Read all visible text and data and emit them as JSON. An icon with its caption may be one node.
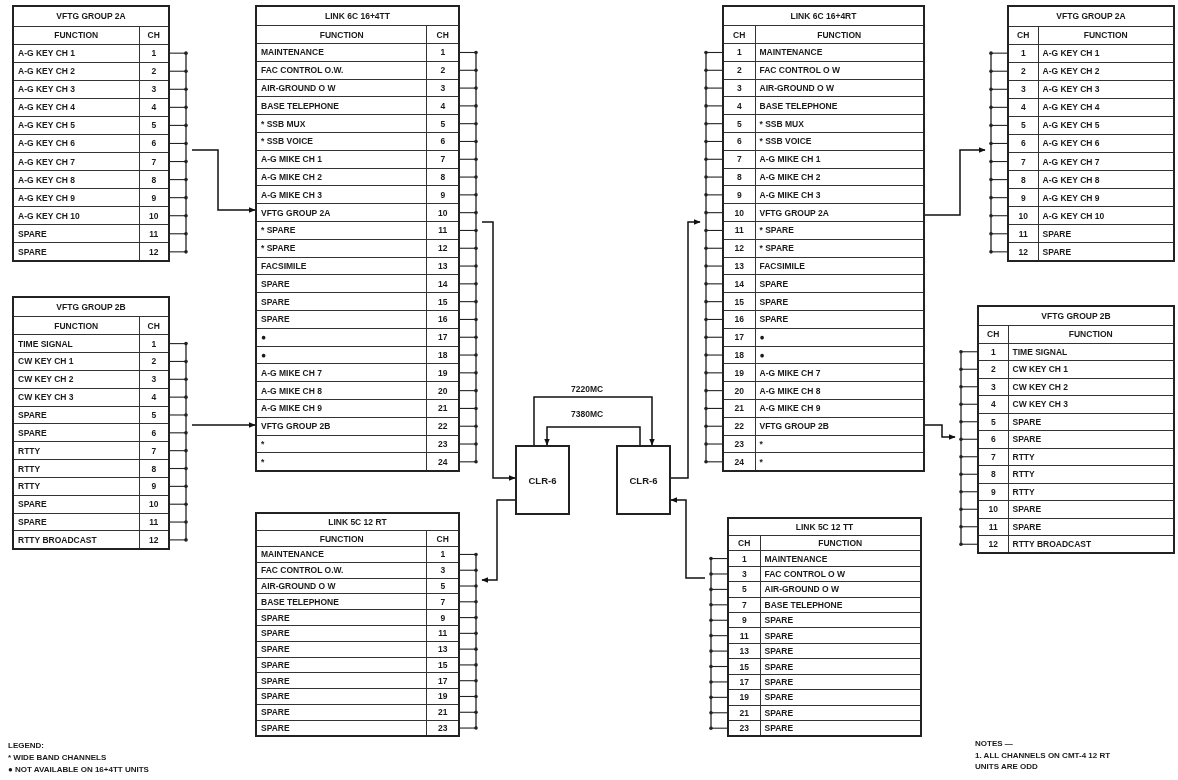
{
  "diagram": {
    "nodes": [
      {
        "text": [
          "VFTG GROUP 2A",
          "FUNCTION",
          "CH",
          "A-G KEY CH 1",
          "1",
          "A-G KEY CH 2",
          "2",
          "A-G KEY CH 3",
          "3",
          "A-G KEY CH 4",
          "4",
          "A-G KEY CH 5",
          "5",
          "A-G KEY CH 6",
          "6",
          "A-G KEY CH 7",
          "7",
          "A-G KEY CH 8",
          "8",
          "A-G KEY CH 9",
          "9",
          "A-G KEY CH 10",
          "10",
          "SPARE",
          "11",
          "SPARE",
          "12"
        ]
      },
      {
        "text": [
          "LINK 6C 16+4TT",
          "FUNCTION",
          "CH",
          "MAINTENANCE",
          "1",
          "FAC CONTROL O.W.",
          "2",
          "AIR-GROUND O W",
          "3",
          "BASE TELEPHONE",
          "4",
          "* SSB MUX",
          "5",
          "* SSB VOICE",
          "6",
          "A-G MIKE CH 1",
          "7",
          "A-G MIKE CH 2",
          "8",
          "A-G MIKE CH 3",
          "9",
          "VFTG GROUP 2A",
          "10",
          "* SPARE",
          "11",
          "* SPARE",
          "12",
          "FACSIMILE",
          "13",
          "SPARE",
          "14",
          "SPARE",
          "15",
          "SPARE",
          "16",
          "●",
          "17",
          "●",
          "18",
          "A-G MIKE CH 7",
          "19",
          "A-G MIKE CH 8",
          "20",
          "A-G MIKE CH 9",
          "21",
          "VFTG GROUP 2B",
          "22",
          "*",
          "23",
          "*",
          "24"
        ]
      },
      {
        "text": [
          "LINK 6C 16+4RT",
          "CH",
          "FUNCTION",
          "1",
          "MAINTENANCE",
          "2",
          "FAC CONTROL O W",
          "3",
          "AIR-GROUND O W",
          "4",
          "BASE TELEPHONE",
          "5",
          "* SSB MUX",
          "6",
          "* SSB VOICE",
          "7",
          "A-G MIKE CH 1",
          "8",
          "A-G MIKE CH 2",
          "9",
          "A-G MIKE CH 3",
          "10",
          "VFTG GROUP 2A",
          "11",
          "* SPARE",
          "12",
          "* SPARE",
          "13",
          "FACSIMILE",
          "14",
          "SPARE",
          "15",
          "SPARE",
          "16",
          "SPARE",
          "17",
          "●",
          "18",
          "●",
          "19",
          "A-G MIKE CH 7",
          "20",
          "A-G MIKE CH 8",
          "21",
          "A-G MIKE CH 9",
          "22",
          "VFTG GROUP 2B",
          "23",
          "*",
          "24",
          "*"
        ]
      },
      {
        "text": [
          "VFTG GROUP 2A",
          "CH",
          "FUNCTION",
          "1",
          "A-G KEY CH 1",
          "2",
          "A-G KEY CH 2",
          "3",
          "A-G KEY CH 3",
          "4",
          "A-G KEY CH 4",
          "5",
          "A-G KEY CH 5",
          "6",
          "A-G KEY CH 6",
          "7",
          "A-G KEY CH 7",
          "8",
          "A-G KEY CH 8",
          "9",
          "A-G KEY CH 9",
          "10",
          "A-G KEY CH 10",
          "11",
          "SPARE",
          "12",
          "SPARE"
        ]
      },
      {
        "text": [
          "VFTG GROUP 2B",
          "FUNCTION",
          "CH",
          "TIME SIGNAL",
          "1",
          "CW KEY CH 1",
          "2",
          "CW KEY CH 2",
          "3",
          "CW KEY CH 3",
          "4",
          "SPARE",
          "5",
          "SPARE",
          "6",
          "RTTY",
          "7",
          "RTTY",
          "8",
          "RTTY",
          "9",
          "SPARE",
          "10",
          "SPARE",
          "11",
          "RTTY BROADCAST",
          "12"
        ]
      },
      {
        "text": [
          "VFTG GROUP 2B",
          "CH",
          "FUNCTION",
          "1",
          "TIME SIGNAL",
          "2",
          "CW KEY CH 1",
          "3",
          "CW KEY CH 2",
          "4",
          "CW KEY CH 3",
          "5",
          "SPARE",
          "6",
          "SPARE",
          "7",
          "RTTY",
          "8",
          "RTTY",
          "9",
          "RTTY",
          "10",
          "SPARE",
          "11",
          "SPARE",
          "12",
          "RTTY BROADCAST"
        ]
      },
      {
        "text": [
          "CLR-6"
        ]
      },
      {
        "text": [
          "CLR-6"
        ]
      },
      {
        "text": [
          "LINK 5C 12 RT",
          "FUNCTION",
          "CH",
          "MAINTENANCE",
          "1",
          "FAC CONTROL O.W.",
          "3",
          "AIR-GROUND O W",
          "5",
          "BASE TELEPHONE",
          "7",
          "SPARE",
          "9",
          "SPARE",
          "11",
          "SPARE",
          "13",
          "SPARE",
          "15",
          "SPARE",
          "17",
          "SPARE",
          "19",
          "SPARE",
          "21",
          "SPARE",
          "23"
        ]
      },
      {
        "text": [
          "LINK 5C 12 TT",
          "CH",
          "FUNCTION",
          "1",
          "MAINTENANCE",
          "3",
          "FAC CONTROL O W",
          "5",
          "AIR-GROUND O W",
          "7",
          "BASE TELEPHONE",
          "9",
          "SPARE",
          "11",
          "SPARE",
          "13",
          "SPARE",
          "15",
          "SPARE",
          "17",
          "SPARE",
          "19",
          "SPARE",
          "21",
          "SPARE",
          "23",
          "SPARE"
        ]
      }
    ],
    "edges": [
      {
        "from": 0,
        "to": 1,
        "arrow": "to"
      },
      {
        "from": 4,
        "to": 1,
        "arrow": "to"
      },
      {
        "from": 1,
        "to": 6,
        "arrow": "to"
      },
      {
        "from": 6,
        "to": 8,
        "arrow": "to"
      },
      {
        "from": 9,
        "to": 7,
        "arrow": "to"
      },
      {
        "from": 7,
        "to": 2,
        "arrow": "to"
      },
      {
        "from": 2,
        "to": 3,
        "arrow": "to"
      },
      {
        "from": 2,
        "to": 5,
        "arrow": "to"
      },
      {
        "from": 6,
        "to": 7,
        "arrow": "to",
        "label": "7220MC"
      },
      {
        "from": 7,
        "to": 6,
        "arrow": "to",
        "label": "7380MC"
      }
    ],
    "labels": [
      "LEGEND:",
      "* WIDE BAND CHANNELS",
      "● NOT AVAILABLE ON 16+4TT UNITS",
      "NOTES —",
      "1. ALL CHANNELS ON CMT-4 12 RT UNITS ARE ODD"
    ]
  }
}
